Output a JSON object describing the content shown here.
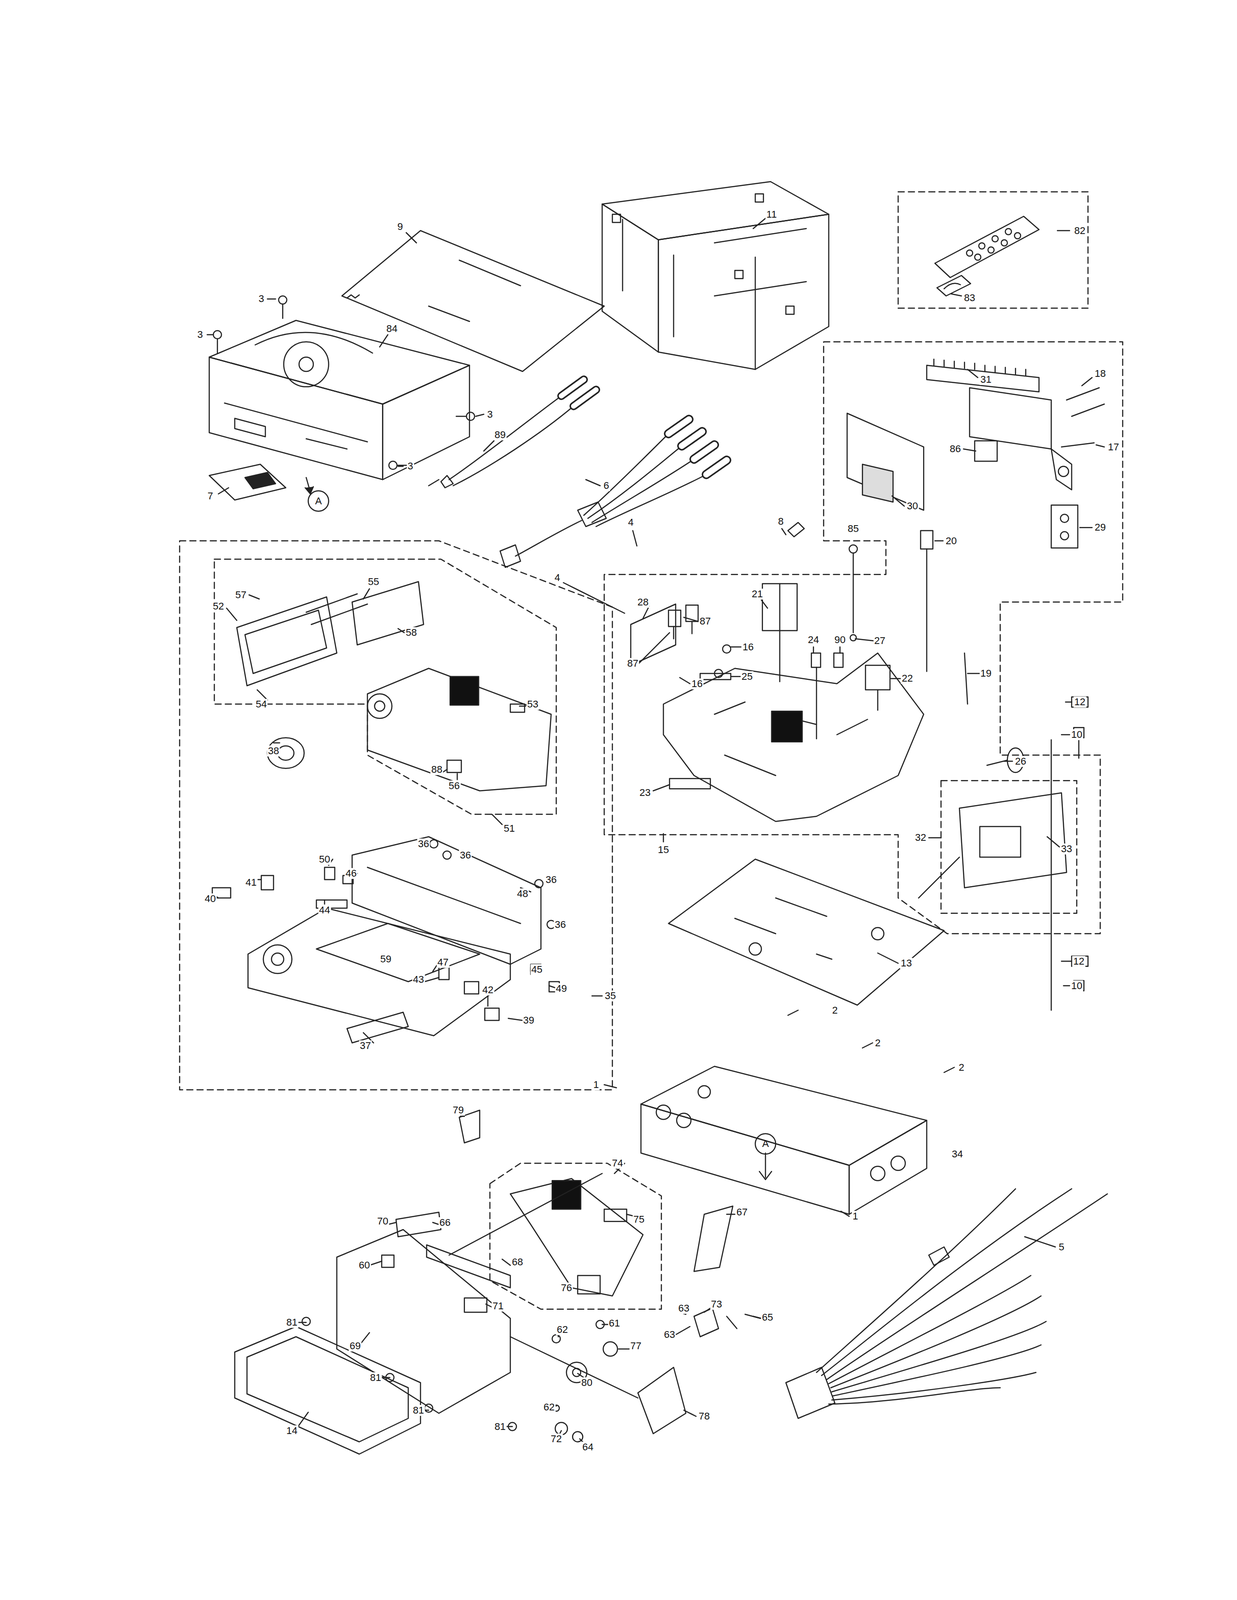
{
  "diagram": {
    "labels": [
      "11",
      "9",
      "82",
      "83",
      "3",
      "3",
      "84",
      "31",
      "18",
      "3",
      "89",
      "86",
      "17",
      "3",
      "6",
      "7",
      "A",
      "30",
      "4",
      "8",
      "85",
      "29",
      "20",
      "55",
      "57",
      "52",
      "4",
      "28",
      "21",
      "87",
      "58",
      "24",
      "90",
      "27",
      "16",
      "87",
      "16",
      "19",
      "25",
      "22",
      "12",
      "53",
      "54",
      "10",
      "38",
      "26",
      "88",
      "56",
      "23",
      "51",
      "15",
      "32",
      "33",
      "36",
      "36",
      "36",
      "36",
      "50",
      "46",
      "41",
      "40",
      "48",
      "44",
      "13",
      "12",
      "47",
      "59",
      "43",
      "45",
      "49",
      "10",
      "42",
      "35",
      "39",
      "2",
      "2",
      "37",
      "2",
      "1",
      "79",
      "A",
      "34",
      "74",
      "67",
      "75",
      "70",
      "66",
      "1",
      "5",
      "68",
      "60",
      "76",
      "71",
      "73",
      "63",
      "65",
      "81",
      "61",
      "62",
      "63",
      "69",
      "77",
      "81",
      "80",
      "62",
      "81",
      "78",
      "81",
      "14",
      "72",
      "64"
    ]
  }
}
